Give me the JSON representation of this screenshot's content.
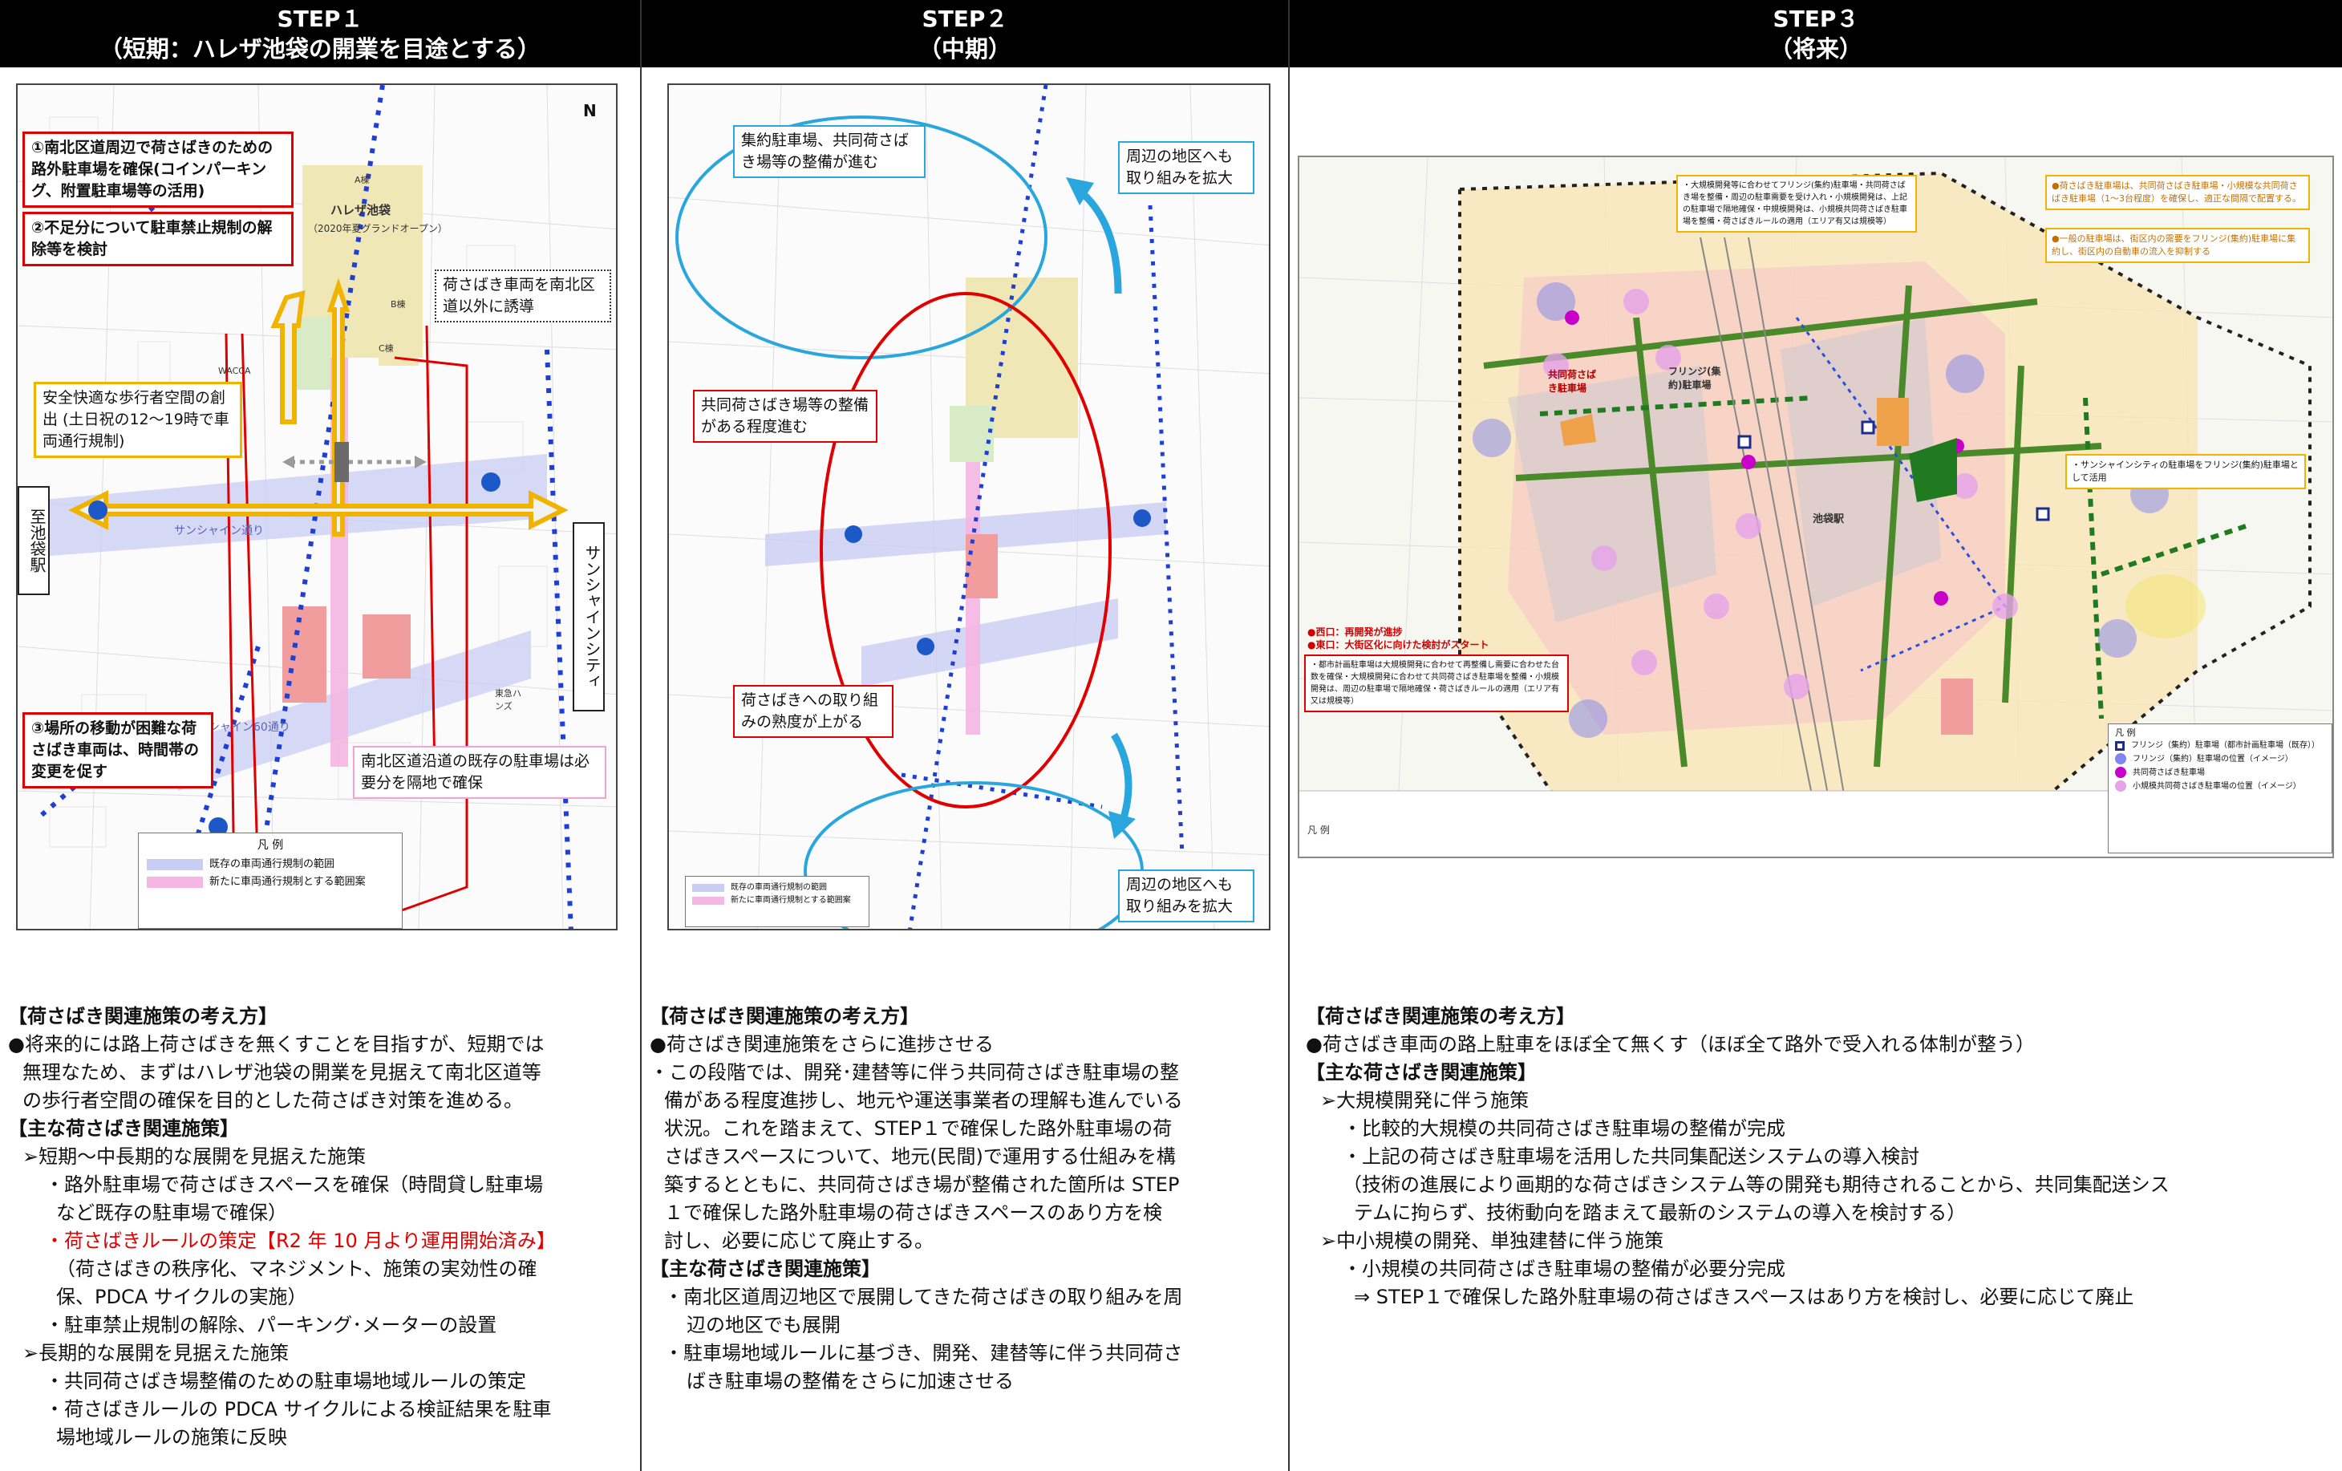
{
  "step1": {
    "header_line1": "STEP１",
    "header_line2": "（短期：ハレザ池袋の開業を目途とする）",
    "map": {
      "callout_red_top_1": "①南北区道周辺で荷さばきのための路外駐車場を確保(コインパーキング、附置駐車場等の活用)",
      "callout_red_top_2": "②不足分について駐車禁止規制の解除等を検討",
      "callout_induce": "荷さばき車両を南北区道以外に誘導",
      "callout_walk": "安全快適な歩行者空間の創出 (土日祝の12～19時で車両通行規制)",
      "callout_red_bottom": "③場所の移動が困難な荷さばき車両は、時間帯の変更を促す",
      "callout_parking": "南北区道沿道の既存の駐車場は必要分を隔地で確保",
      "label_station": "至池袋駅",
      "label_sunshine": "サンシャインシティ",
      "poi_harez": "ハレザ池袋",
      "poi_harez_sub": "（2020年夏グランドオープン）",
      "poi_a": "A棟",
      "poi_b": "B棟",
      "poi_c": "C棟",
      "poi_wacca": "WACCA",
      "poi_tokyu": "東急ハンズ",
      "poi_street1": "サンシャイン通り",
      "poi_street2": "サンシャイン60通り",
      "north": "N",
      "legend_title": "凡 例",
      "legend_items": [
        "既存の車両通行規制の範囲",
        "新たに車両通行規制とする範囲案"
      ]
    },
    "text": {
      "h_concept": "【荷さばき関連施策の考え方】",
      "concept_1": "●将来的には路上荷さばきを無くすことを目指すが、短期では",
      "concept_2": "無理なため、まずはハレザ池袋の開業を見据えて南北区道等",
      "concept_3": "の歩行者空間の確保を目的とした荷さばき対策を進める。",
      "h_main": "【主な荷さばき関連施策】",
      "sub_short": "➢短期～中長期的な展開を見据えた施策",
      "b1_1": "・路外駐車場で荷さばきスペースを確保（時間貸し駐車場",
      "b1_2": "など既存の駐車場で確保）",
      "b2_1": "・荷さばきルールの策定【R2 年 10 月より運用開始済み】",
      "b2_2": "（荷さばきの秩序化、マネジメント、施策の実効性の確",
      "b2_3": "保、PDCA サイクルの実施）",
      "b3": "・駐車禁止規制の解除、パーキング･メーターの設置",
      "sub_long": "➢長期的な展開を見据えた施策",
      "b4": "・共同荷さばき場整備のための駐車場地域ルールの策定",
      "b5_1": "・荷さばきルールの PDCA サイクルによる検証結果を駐車",
      "b5_2": "場地域ルールの施策に反映"
    }
  },
  "step2": {
    "header_line1": "STEP２",
    "header_line2": "（中期）",
    "map": {
      "callout_top": "集約駐車場、共同荷さばき場等の整備が進む",
      "callout_expand_1": "周辺の地区へも取り組みを拡大",
      "callout_shared": "共同荷さばき場等の整備がある程度進む",
      "callout_mature": "荷さばきへの取り組みの熟度が上がる",
      "callout_expand_2": "周辺の地区へも取り組みを拡大",
      "legend_items": [
        "既存の車両通行規制の範囲",
        "新たに車両通行規制とする範囲案"
      ]
    },
    "text": {
      "h_concept": "【荷さばき関連施策の考え方】",
      "concept_1": "●荷さばき関連施策をさらに進捗させる",
      "p1": "・この段階では、開発･建替等に伴う共同荷さばき駐車場の整",
      "p2": "備がある程度進捗し、地元や運送事業者の理解も進んでいる",
      "p3": "状況。これを踏まえて、STEP１で確保した路外駐車場の荷",
      "p4": "さばきスペースについて、地元(民間)で運用する仕組みを構",
      "p5": "築するとともに、共同荷さばき場が整備された箇所は STEP",
      "p6": "１で確保した路外駐車場の荷さばきスペースのあり方を検",
      "p7": "討し、必要に応じて廃止する。",
      "h_main": "【主な荷さばき関連施策】",
      "b1_1": "・南北区道周辺地区で展開してきた荷さばきの取り組みを周",
      "b1_2": "辺の地区でも展開",
      "b2_1": "・駐車場地域ルールに基づき、開発、建替等に伴う共同荷さ",
      "b2_2": "ばき駐車場の整備をさらに加速させる"
    }
  },
  "step3": {
    "header_line1": "STEP３",
    "header_line2": "（将来）",
    "map": {
      "note_top": "・大規模開発等に合わせてフリンジ(集約)駐車場・共同荷さばき場を整備・周辺の駐車需要を受け入れ・小規模開発は、上記の駐車場で隔地確保・中規模開発は、小規模共同荷さばき駐車場を整備・荷さばきルールの適用（エリア有又は規模等）",
      "note_right_1": "●荷さばき駐車場は、共同荷さばき駐車場・小規模な共同荷さばき駐車場（1～3台程度）を確保し、適正な間隔で配置する。",
      "note_right_2": "●一般の駐車場は、街区内の需要をフリンジ(集約)駐車場に集約し、街区内の自動車の流入を抑制する",
      "note_sunshine": "・サンシャインシティの駐車場をフリンジ(集約)駐車場として活用",
      "note_left_1": "●西口：再開発が進捗",
      "note_left_2": "●東口：大街区化に向けた検討がスタート",
      "note_left_3": "・都市計画駐車場は大規模開発に合わせて再整備し需要に合わせた台数を確保・大規模開発に合わせて共同荷さばき駐車場を整備・小規模開発は、周辺の駐車場で隔地確保・荷さばきルールの適用（エリア有又は規模等）",
      "label_fringe": "フリンジ(集約)駐車場",
      "label_shared": "共同荷さばき駐車場",
      "label_station": "池袋駅",
      "legend_title": "凡 例",
      "legend_items": [
        "フリンジ（集約）駐車場（都市計画駐車場（既存））",
        "フリンジ（集約）駐車場の位置（イメージ）",
        "共同荷さばき駐車場",
        "小規模共同荷さばき駐車場の位置（イメージ）"
      ],
      "legend_bottom": "凡 例"
    },
    "text": {
      "h_concept": "【荷さばき関連施策の考え方】",
      "concept_1": "●荷さばき車両の路上駐車をほぼ全て無くす（ほぼ全て路外で受入れる体制が整う）",
      "h_main": "【主な荷さばき関連施策】",
      "sub_large": "➢大規模開発に伴う施策",
      "b1": "・比較的大規模の共同荷さばき駐車場の整備が完成",
      "b2": "・上記の荷さばき駐車場を活用した共同集配送システムの導入検討",
      "b3_1": "（技術の進展により画期的な荷さばきシステム等の開発も期待されることから、共同集配送シス",
      "b3_2": "テムに拘らず、技術動向を踏まえて最新のシステムの導入を検討する）",
      "sub_small": "➢中小規模の開発、単独建替に伴う施策",
      "b4": "・小規模の共同荷さばき駐車場の整備が必要分完成",
      "b5": "⇒ STEP１で確保した路外駐車場の荷さばきスペースはあり方を検討し、必要に応じて廃止"
    }
  }
}
